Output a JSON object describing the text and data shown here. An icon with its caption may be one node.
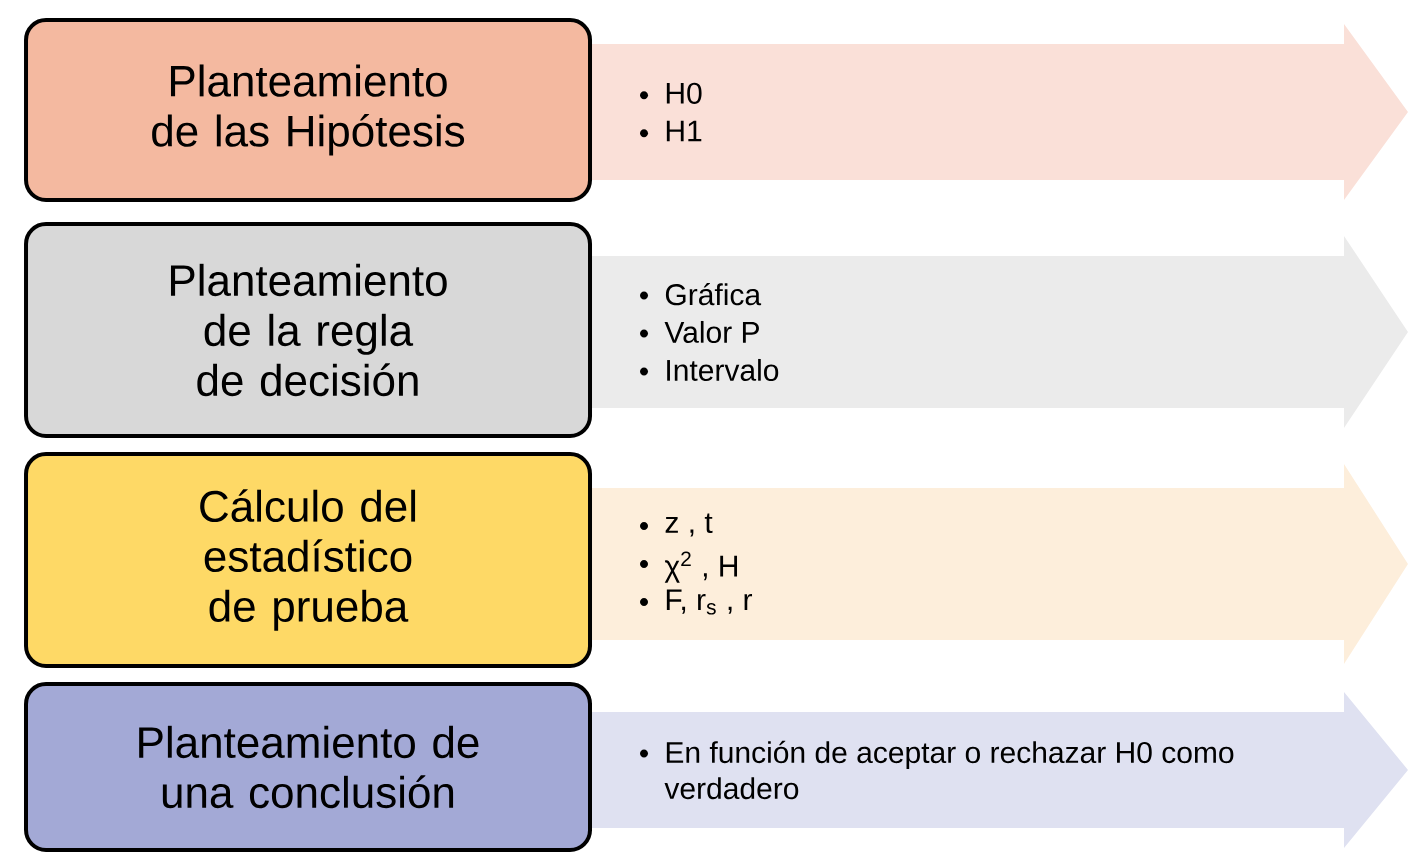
{
  "diagram": {
    "nodes": [
      {
        "text": [
          "Planteamiento de las Hipótesis"
        ]
      },
      {
        "text": [
          "H0",
          "H1"
        ]
      },
      {
        "text": [
          "Planteamiento de la regla de decisión"
        ]
      },
      {
        "text": [
          "Gráfica",
          "Valor P",
          "Intervalo"
        ]
      },
      {
        "text": [
          "Cálculo del estadístico de prueba"
        ]
      },
      {
        "text": [
          "z , t",
          "χ$^{2}$ , H",
          "F, r$_{s}$ , r"
        ]
      },
      {
        "text": [
          "Planteamiento de una conclusión"
        ]
      },
      {
        "text": [
          "En función de aceptar o rechazar H0 como verdadero"
        ]
      }
    ]
  }
}
